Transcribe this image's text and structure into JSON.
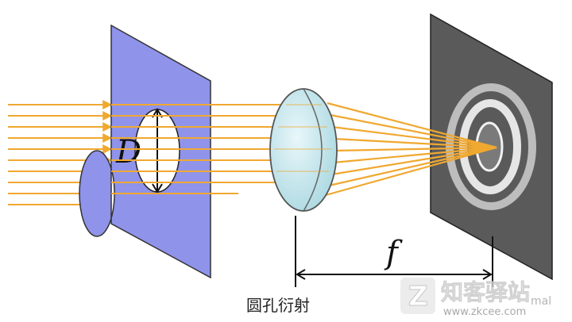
{
  "diagram": {
    "aperture_label": "D",
    "focal_label": "f",
    "caption": "圆孔衍射"
  },
  "watermark": {
    "brand": "知客驿站",
    "url": "www.zkcee.com",
    "right_text": "mal",
    "logo_letter": "Z"
  },
  "colors": {
    "aperture_plate": "#8f93ea",
    "screen": "#555555",
    "rays": "#f0a830",
    "lens": "#bfe2e8",
    "rings": "#d9d9d9"
  }
}
